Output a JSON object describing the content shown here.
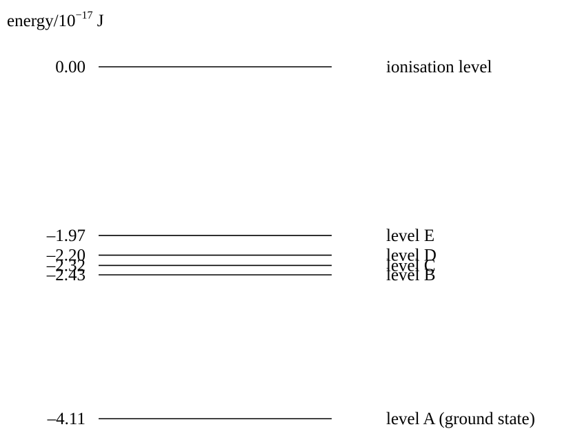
{
  "axis": {
    "label_prefix": "energy/10",
    "label_exponent": "−17",
    "label_unit": " J"
  },
  "levels": [
    {
      "value": 0.0,
      "value_text": "0.00",
      "name": "ionisation level"
    },
    {
      "value": -1.97,
      "value_text": "–1.97",
      "name": "level E"
    },
    {
      "value": -2.2,
      "value_text": "–2.20",
      "name": "level D"
    },
    {
      "value": -2.32,
      "value_text": "–2.32",
      "name": "level C"
    },
    {
      "value": -2.43,
      "value_text": "–2.43",
      "name": "level B"
    },
    {
      "value": -4.11,
      "value_text": "–4.11",
      "name": "level A (ground state)"
    }
  ]
}
